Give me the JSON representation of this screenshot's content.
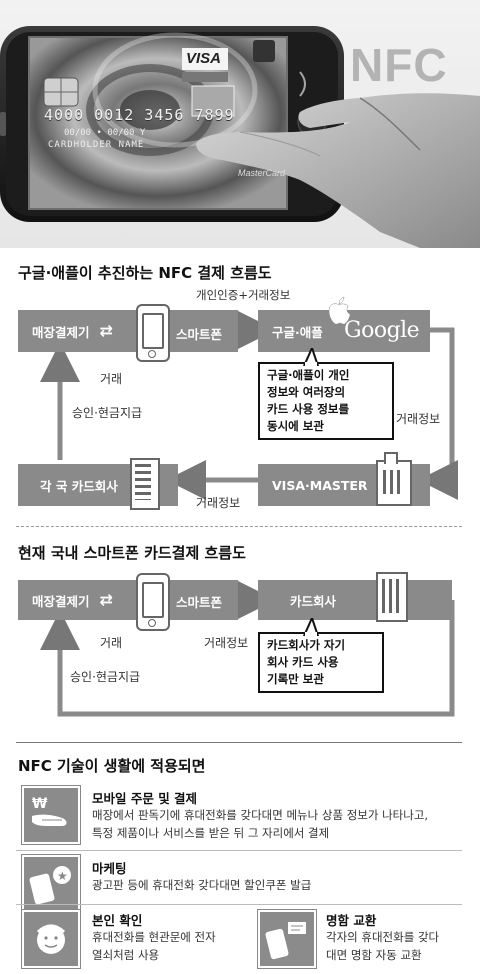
{
  "hero": {
    "card_brand": "VISA",
    "card_number": "4000 0012 3456 7899",
    "card_dates": "00/00  •  00/00 Y",
    "card_holder": "CARDHOLDER NAME",
    "card_mc": "MasterCard",
    "big_label": "NFC"
  },
  "flow1": {
    "title": "구글·애플이 추진하는 NFC 결제 흐름도",
    "store": "매장결제기",
    "smartphone": "스마트폰",
    "google_apple": "구글·애플",
    "google_logo": "Google",
    "visa_master": "VISA·MASTER",
    "card_companies": "각 국 카드회사",
    "lbl_auth": "개인인증+거래정보",
    "lbl_trade": "거래",
    "lbl_approval": "승인·현금지급",
    "lbl_info_right": "거래정보",
    "lbl_info_bottom": "거래정보",
    "note": [
      "구글·애플이 개인",
      "정보와 여러장의",
      "카드 사용 정보를",
      "동시에 보관"
    ]
  },
  "flow2": {
    "title": "현재 국내 스마트폰 카드결제 흐름도",
    "store": "매장결제기",
    "smartphone": "스마트폰",
    "card_company": "카드회사",
    "lbl_trade": "거래",
    "lbl_info": "거래정보",
    "lbl_approval": "승인·현금지급",
    "note": [
      "카드회사가 자기",
      "회사 카드 사용",
      "기록만 보관"
    ]
  },
  "uses": {
    "title": "NFC 기술이 생활에 적용되면",
    "items": [
      {
        "title": "모바일 주문 및 결제",
        "desc": [
          "매장에서 판독기에 휴대전화를 갖다대면 메뉴나 상품 정보가 나타나고,",
          "특정 제품이나 서비스를 받은 뒤 그 자리에서 결제"
        ]
      },
      {
        "title": "마케팅",
        "desc": [
          "광고판 등에 휴대전화 갖다대면 할인쿠폰 발급"
        ]
      },
      {
        "title": "본인 확인",
        "desc": [
          "휴대전화를 현관문에 전자",
          "열쇠처럼 사용"
        ]
      },
      {
        "title": "명함 교환",
        "desc": [
          "각자의 휴대전화를 갖다",
          "대면 명함 자동 교환"
        ]
      }
    ]
  }
}
